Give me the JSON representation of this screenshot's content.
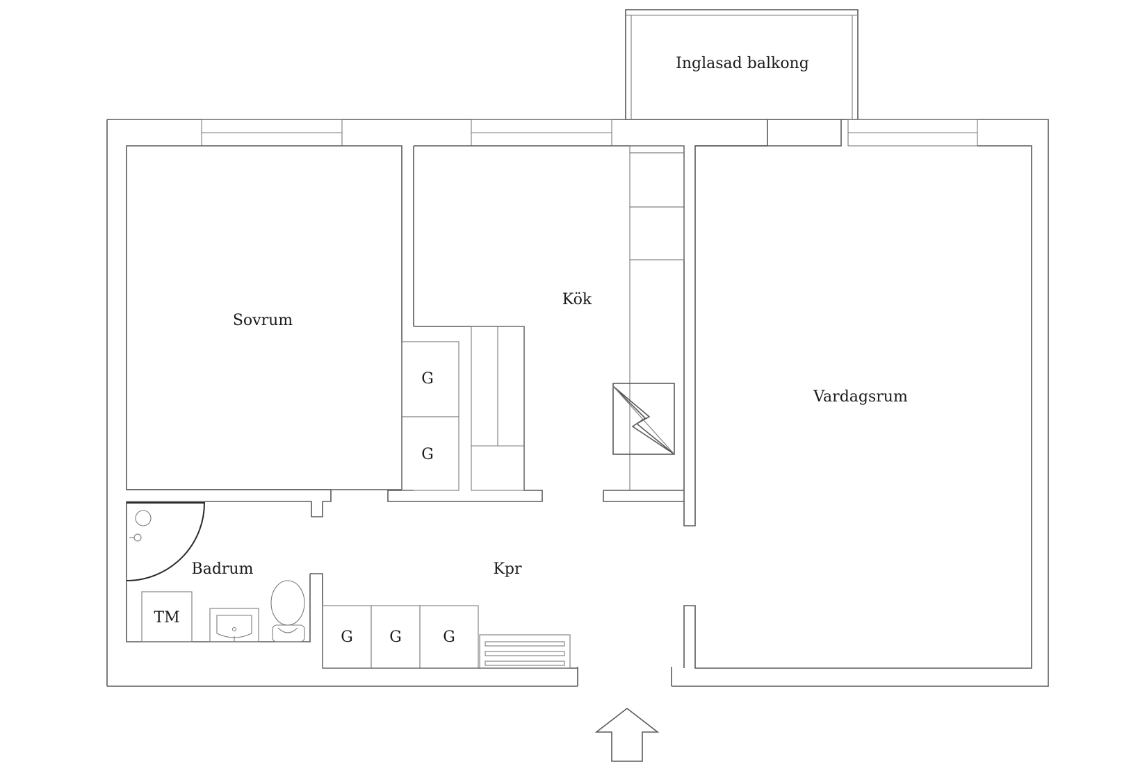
{
  "rooms": {
    "balcony": "Inglasad balkong",
    "bedroom": "Sovrum",
    "kitchen": "Kök",
    "living_room": "Vardagsrum",
    "bathroom": "Badrum",
    "hallway": "Kpr"
  },
  "storage_labels": {
    "kitchen_top": "G",
    "kitchen_bottom": "G",
    "hall_1": "G",
    "hall_2": "G",
    "hall_3": "G"
  },
  "appliance_labels": {
    "washing_machine": "TM"
  },
  "icons": {
    "entrance": "entrance-arrow-icon",
    "chimney": "chimney-icon",
    "toilet": "toilet-icon",
    "sink": "sink-icon",
    "shower": "shower-icon"
  },
  "colors": {
    "line": "#5a5a5a",
    "text": "#1a1a1a",
    "background": "#ffffff"
  }
}
